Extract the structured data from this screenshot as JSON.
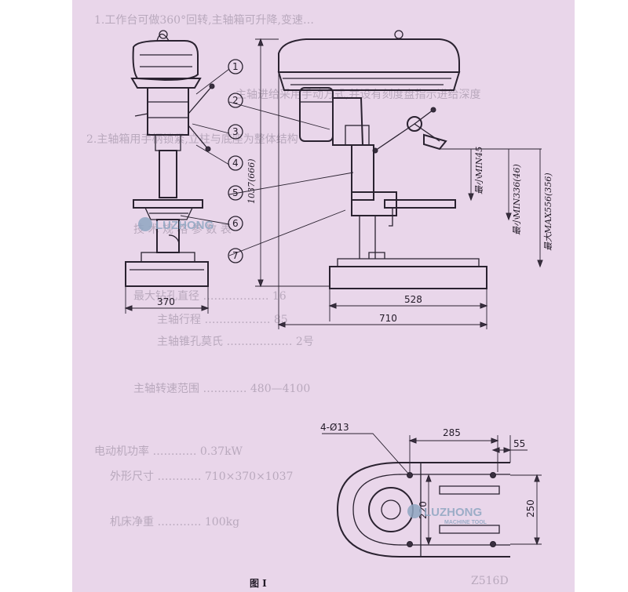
{
  "figure": {
    "caption": "图 I",
    "dimensions": {
      "base_width": "370",
      "column_offset": "528",
      "overall_depth": "710",
      "height_total": "1037(666)",
      "min_travel": "最小MIN45",
      "mid_travel": "最小MIN336(46)",
      "max_travel": "最大MAX556(356)"
    },
    "callouts": [
      "1",
      "2",
      "3",
      "4",
      "5",
      "6",
      "7"
    ],
    "base_plan": {
      "holes": "4-Ø13",
      "slot_span": "285",
      "edge_offset": "55",
      "hole_spacing": "220",
      "overall_width": "250"
    },
    "watermark": {
      "brand": "LUZHONG",
      "sub": "MACHINE TOOL"
    }
  }
}
